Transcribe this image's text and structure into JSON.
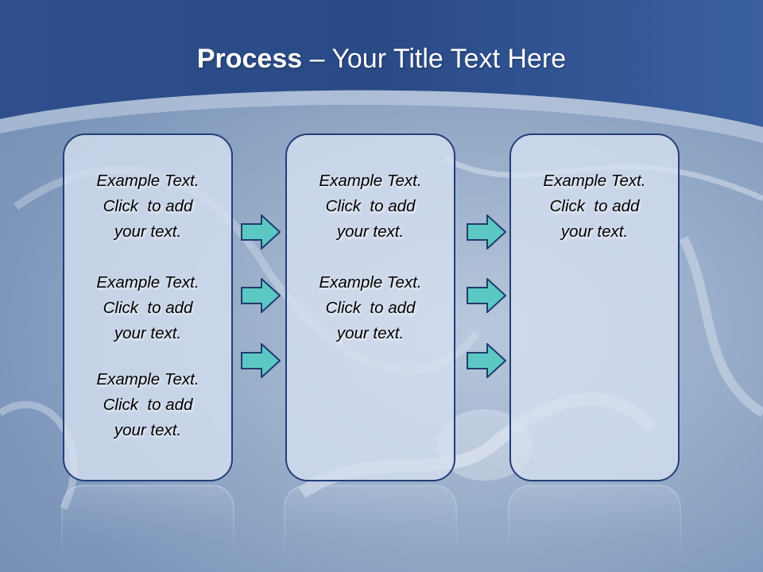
{
  "slide": {
    "title_bold": "Process",
    "title_rest": " – Your Title Text Here"
  },
  "columns": [
    {
      "items": [
        {
          "line1": "Example Text.",
          "line2": "Click  to add",
          "line3": "your text."
        },
        {
          "line1": "Example Text.",
          "line2": "Click  to add",
          "line3": "your text."
        },
        {
          "line1": "Example Text.",
          "line2": "Click  to add",
          "line3": "your text."
        }
      ]
    },
    {
      "items": [
        {
          "line1": "Example Text.",
          "line2": "Click  to add",
          "line3": "your text."
        },
        {
          "line1": "Example Text.",
          "line2": "Click  to add",
          "line3": "your text."
        }
      ]
    },
    {
      "items": [
        {
          "line1": "Example Text.",
          "line2": "Click  to add",
          "line3": "your text."
        }
      ]
    }
  ],
  "colors": {
    "header_blue": "#30538f",
    "box_border": "#233f7a",
    "arrow_fill": "#5cc8c4",
    "arrow_stroke": "#1f3d6e"
  }
}
